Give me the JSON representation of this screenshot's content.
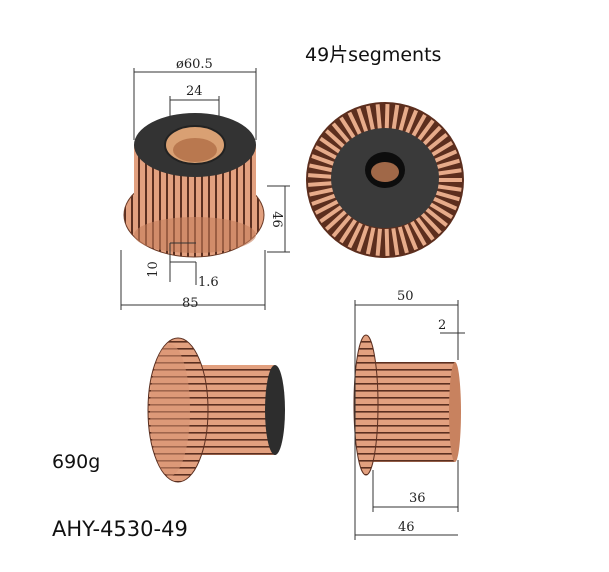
{
  "header": {
    "segments": "49片segments"
  },
  "dimensions": {
    "outer_diameter": "ø60.5",
    "bore": "24",
    "height": "46",
    "riser_height": "10",
    "gap": "1.6",
    "overall_diameter": "85",
    "length": "50",
    "step": "2",
    "body_length": "36",
    "total_length": "46"
  },
  "info": {
    "weight": "690g",
    "model": "AHY-4530-49"
  },
  "colors": {
    "copper": "#d58e6c",
    "copper_dark": "#8a4a30",
    "insulator": "#3a3a3a",
    "bore": "#d89a6a"
  }
}
